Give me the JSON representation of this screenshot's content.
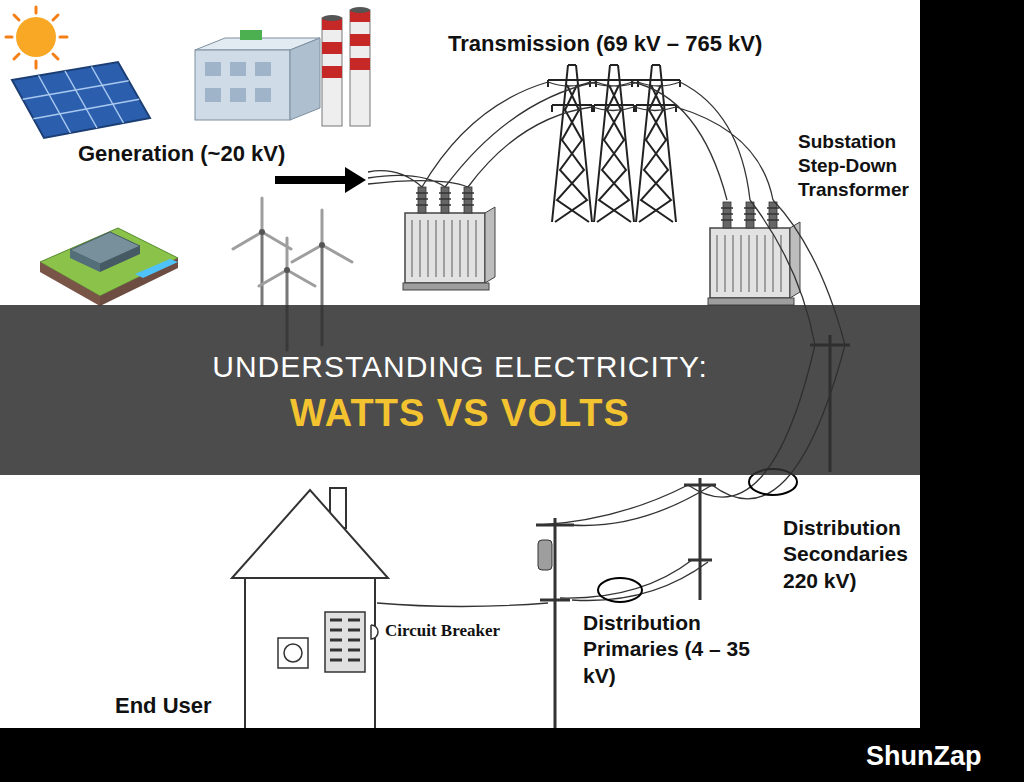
{
  "diagram": {
    "labels": [
      "Transmission (69 kV – 765 kV)",
      "Generation (~20 kV)",
      "Substation Step-Down Transformer",
      "UNDERSTANDING ELECTRICITY:",
      "WATTS VS VOLTS",
      "Distribution Secondaries 220 kV)",
      "Circuit Breaker",
      "Distribution Primaries (4 – 35 kV)",
      "End User",
      "ShunZap"
    ]
  }
}
